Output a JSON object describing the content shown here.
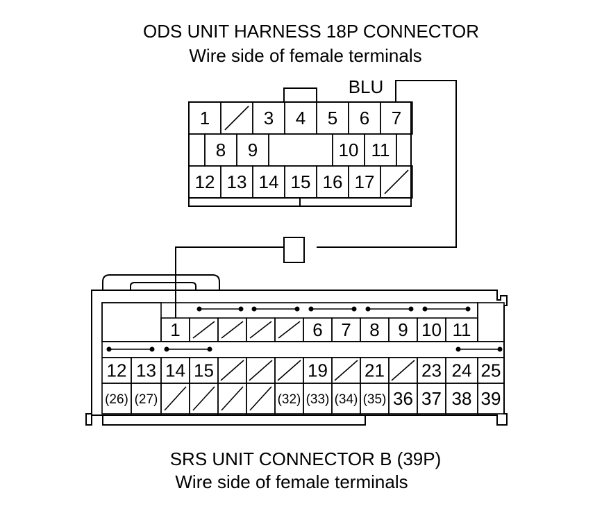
{
  "top_connector": {
    "title": "ODS UNIT HARNESS 18P CONNECTOR",
    "subtitle": "Wire side of female terminals",
    "wire_color": "BLU",
    "rows": [
      [
        "1",
        "/",
        "3",
        "4",
        "5",
        "6",
        "7"
      ],
      [
        "",
        "8",
        "9",
        "",
        "",
        "10",
        "11",
        ""
      ],
      [
        "12",
        "13",
        "14",
        "15",
        "16",
        "17",
        "/"
      ]
    ]
  },
  "bottom_connector": {
    "title": "SRS UNIT CONNECTOR B (39P)",
    "subtitle": "Wire side of female terminals",
    "rows": [
      [
        "1",
        "/",
        "/",
        "/",
        "/",
        "6",
        "7",
        "8",
        "9",
        "10",
        "11"
      ],
      [
        "12",
        "13",
        "14",
        "15",
        "/",
        "/",
        "/",
        "19",
        "/",
        "21",
        "/",
        "23",
        "24",
        "25"
      ],
      [
        "(26)",
        "(27)",
        "/",
        "/",
        "/",
        "/",
        "(32)",
        "(33)",
        "(34)",
        "(35)",
        "36",
        "37",
        "38",
        "39"
      ]
    ]
  }
}
